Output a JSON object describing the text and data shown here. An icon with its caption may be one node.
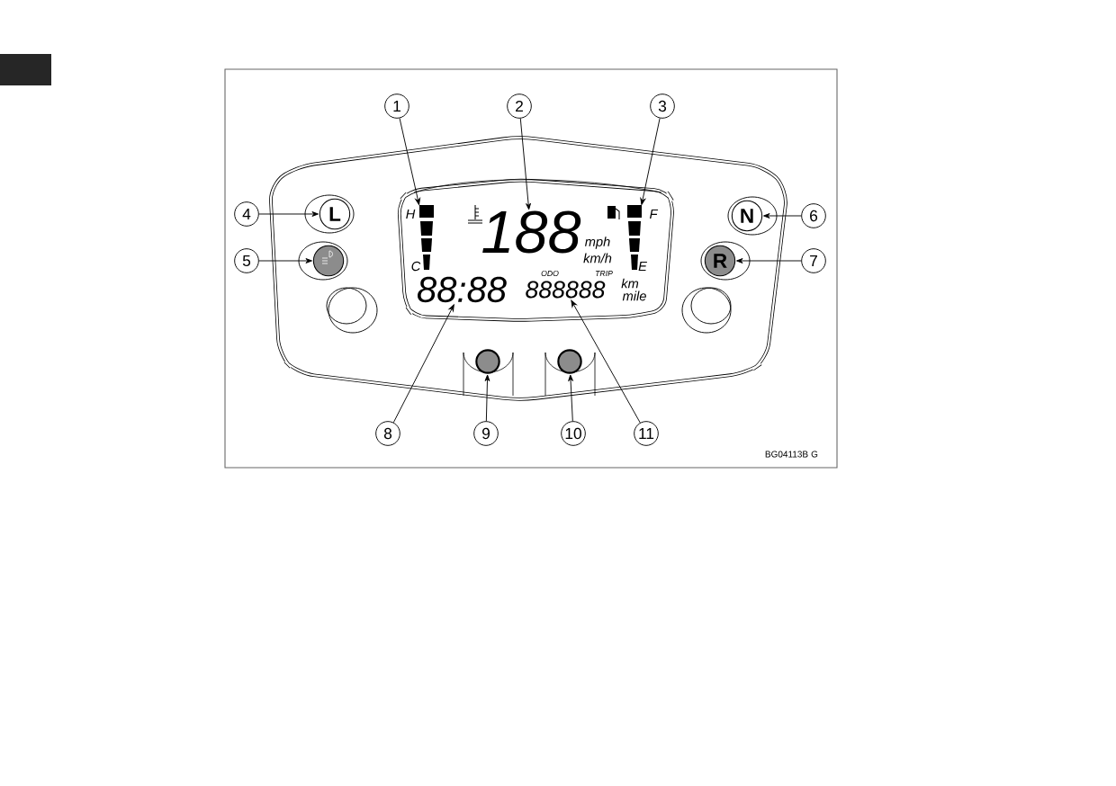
{
  "diagram": {
    "nodes": [
      {
        "text": [
          "1"
        ]
      },
      {
        "text": [
          "2"
        ]
      },
      {
        "text": [
          "3"
        ]
      },
      {
        "text": [
          "4"
        ]
      },
      {
        "text": [
          "5"
        ]
      },
      {
        "text": [
          "6"
        ]
      },
      {
        "text": [
          "7"
        ]
      },
      {
        "text": [
          "8"
        ]
      },
      {
        "text": [
          "9"
        ]
      },
      {
        "text": [
          "10"
        ]
      },
      {
        "text": [
          "11"
        ]
      },
      {
        "text": [],
        "shape": "bar"
      },
      {
        "text": [
          "188"
        ]
      },
      {
        "text": [],
        "shape": "bar"
      },
      {
        "text": [
          "L"
        ]
      },
      {
        "text": [],
        "shape": "circle"
      },
      {
        "text": [
          "N"
        ]
      },
      {
        "text": [
          "R"
        ]
      },
      {
        "text": [
          "88:88"
        ]
      },
      {
        "text": [],
        "shape": "circle"
      },
      {
        "text": [],
        "shape": "circle"
      },
      {
        "text": [
          "888888"
        ]
      }
    ],
    "edges": [
      {
        "from": 0,
        "to": 11,
        "arrow": "to"
      },
      {
        "from": 1,
        "to": 12,
        "arrow": "to"
      },
      {
        "from": 2,
        "to": 13,
        "arrow": "to"
      },
      {
        "from": 3,
        "to": 14,
        "arrow": "to"
      },
      {
        "from": 4,
        "to": 15,
        "arrow": "to"
      },
      {
        "from": 5,
        "to": 16,
        "arrow": "to"
      },
      {
        "from": 6,
        "to": 17,
        "arrow": "to"
      },
      {
        "from": 7,
        "to": 18,
        "arrow": "to"
      },
      {
        "from": 8,
        "to": 19,
        "arrow": "to"
      },
      {
        "from": 9,
        "to": 20,
        "arrow": "to"
      },
      {
        "from": 10,
        "to": 21,
        "arrow": "to"
      }
    ],
    "labels": [
      "H",
      "F",
      "mph",
      "km/h",
      "C",
      "E",
      "ODO",
      "TRIP",
      "km",
      "mile",
      "BG04113B",
      "G"
    ]
  }
}
